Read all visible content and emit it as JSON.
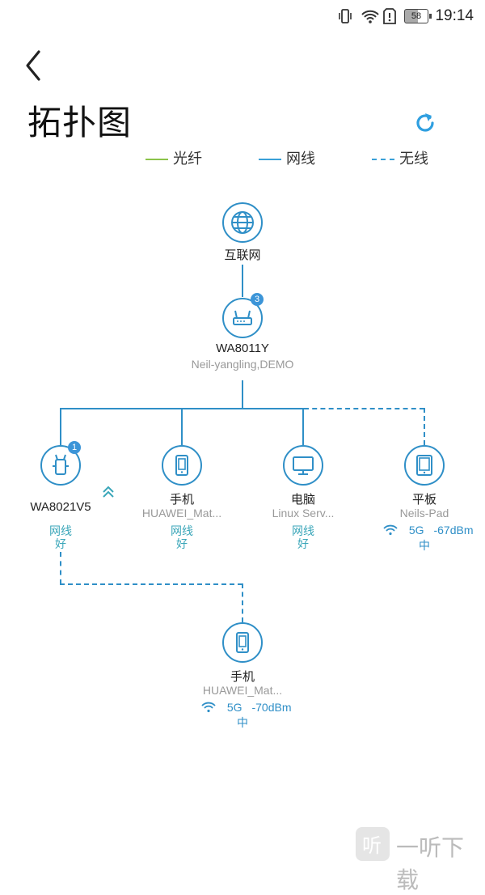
{
  "status_bar": {
    "battery": "58",
    "time": "19:14"
  },
  "header": {
    "title": "拓扑图"
  },
  "legend": [
    {
      "label": "光纤",
      "color": "#8bc34a",
      "style": "solid"
    },
    {
      "label": "网线",
      "color": "#3aa0d8",
      "style": "solid"
    },
    {
      "label": "无线",
      "color": "#3aa0d8",
      "style": "dashed"
    }
  ],
  "colors": {
    "accent": "#2f8fc7",
    "status_good": "#3aa6b9"
  },
  "nodes": {
    "internet": {
      "name": "互联网",
      "icon": "globe-icon"
    },
    "router": {
      "name": "WA8011Y",
      "sub": "Neil-yangling,DEMO",
      "badge": "3",
      "icon": "router-icon"
    },
    "extender": {
      "name": "WA8021V5",
      "badge": "1",
      "conn": "网线",
      "quality": "好",
      "icon": "extender-icon"
    },
    "phone1": {
      "name": "手机",
      "sub": "HUAWEI_Mat...",
      "conn": "网线",
      "quality": "好",
      "icon": "phone-icon"
    },
    "pc": {
      "name": "电脑",
      "sub": "Linux Serv...",
      "conn": "网线",
      "quality": "好",
      "icon": "monitor-icon"
    },
    "tablet": {
      "name": "平板",
      "sub": "Neils-Pad",
      "band": "5G",
      "signal": "-67dBm",
      "quality": "中",
      "icon": "tablet-icon"
    },
    "phone2": {
      "name": "手机",
      "sub": "HUAWEI_Mat...",
      "band": "5G",
      "signal": "-70dBm",
      "quality": "中",
      "icon": "phone-icon"
    }
  },
  "watermark": "一听下载"
}
